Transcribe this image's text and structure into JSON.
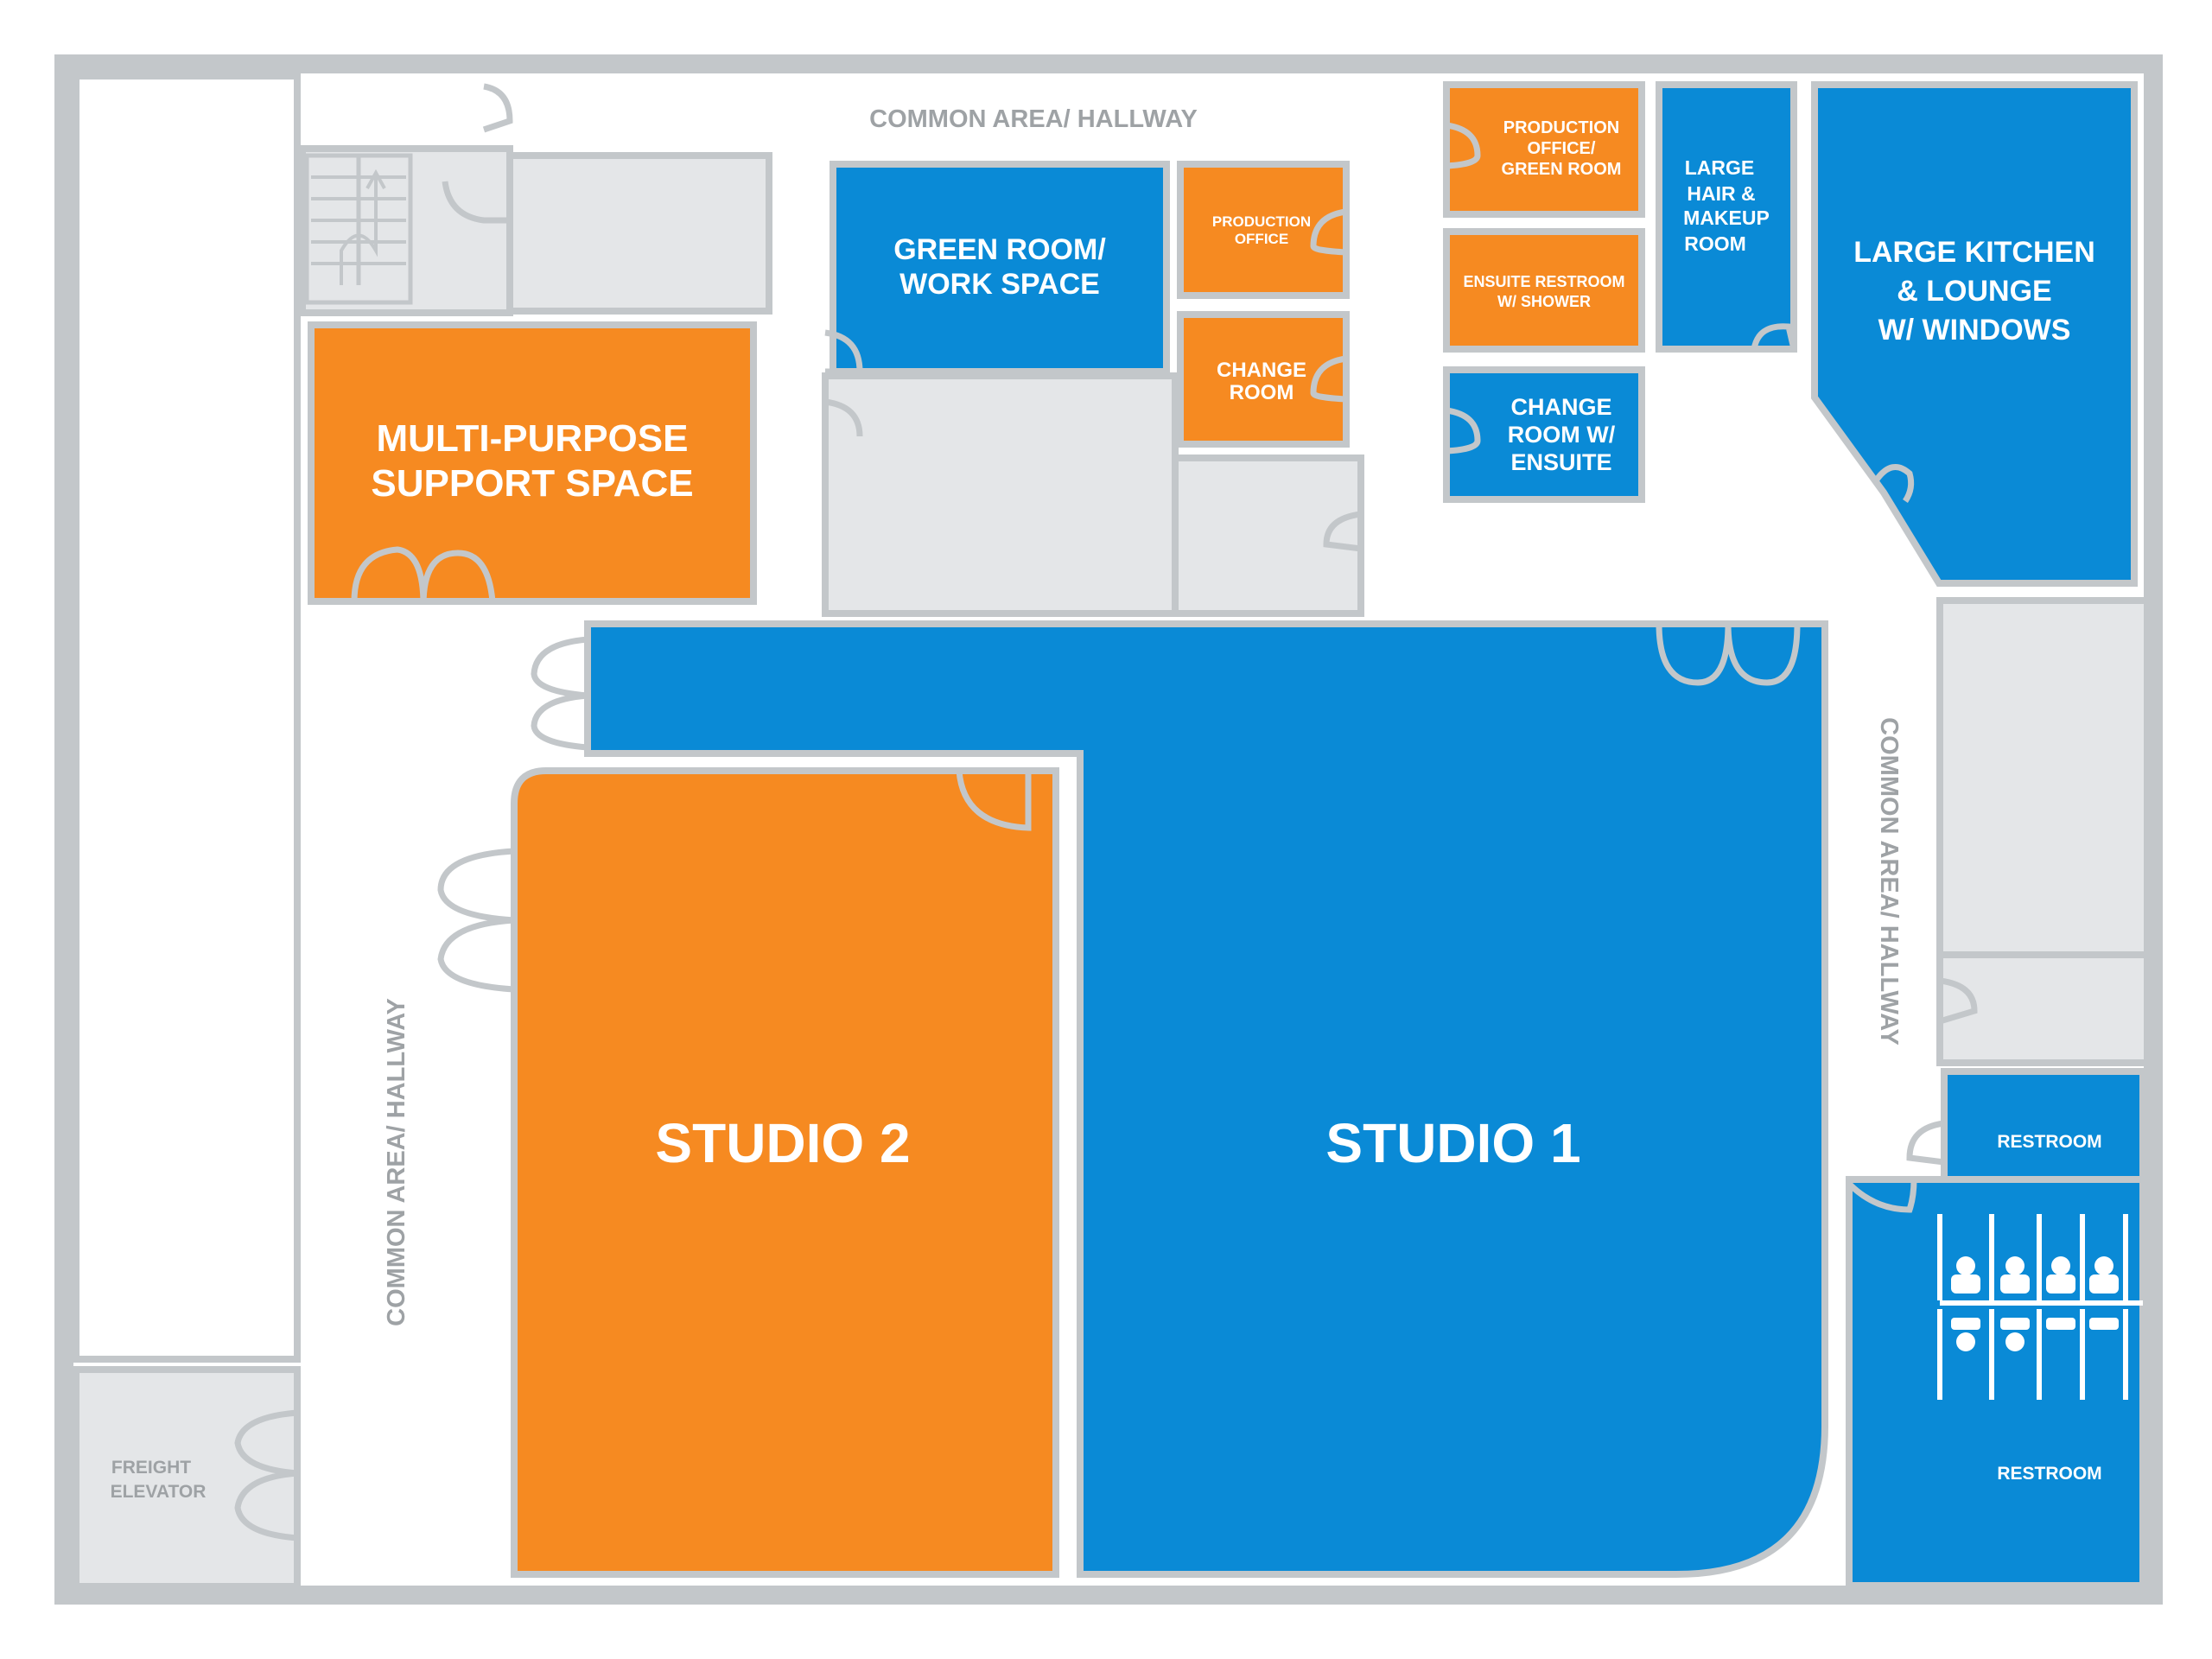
{
  "colors": {
    "blue": "#0a8ad6",
    "orange": "#f68a21",
    "wall": "#c3c7ca",
    "floor": "#ffffff",
    "unassigned": "#e4e6e8",
    "hall_text": "#9ea2a5"
  },
  "rooms": {
    "studio_1": "STUDIO 1",
    "studio_2": "STUDIO 2",
    "multi_purpose": [
      "MULTI-PURPOSE",
      "SUPPORT SPACE"
    ],
    "green_room_work": [
      "GREEN ROOM/",
      "WORK SPACE"
    ],
    "production_office": [
      "PRODUCTION",
      "OFFICE"
    ],
    "change_room": [
      "CHANGE",
      "ROOM"
    ],
    "production_office_green": [
      "PRODUCTION",
      "OFFICE/",
      "GREEN ROOM"
    ],
    "ensuite_restroom": [
      "ENSUITE RESTROOM",
      "W/ SHOWER"
    ],
    "change_room_ensuite": [
      "CHANGE",
      "ROOM W/",
      "ENSUITE"
    ],
    "hair_makeup": [
      "LARGE",
      "HAIR &",
      "MAKEUP",
      "ROOM"
    ],
    "kitchen_lounge": [
      "LARGE KITCHEN",
      "& LOUNGE",
      "W/ WINDOWS"
    ],
    "restroom_upper": "RESTROOM",
    "restroom_lower": "RESTROOM",
    "freight_elevator": [
      "FREIGHT",
      "ELEVATOR"
    ]
  },
  "hallways": {
    "top": "COMMON AREA/ HALLWAY",
    "left": "COMMON AREA/ HALLWAY",
    "right": "COMMON AREA/ HALLWAY"
  }
}
